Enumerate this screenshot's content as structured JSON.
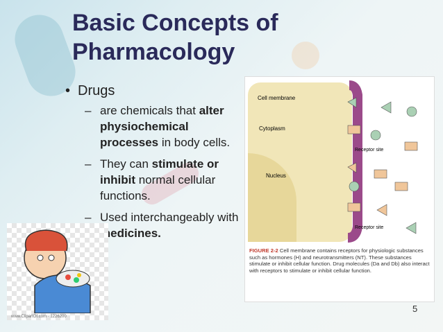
{
  "slide": {
    "title_line1": "Basic Concepts of",
    "title_line2": "Pharmacology",
    "bullet": "Drugs",
    "sub1_pre": " are chemicals that ",
    "sub1_bold": "alter physiochemical processes",
    "sub1_post": " in body cells.",
    "sub2_pre": "They can ",
    "sub2_bold": "stimulate or inhibit",
    "sub2_post": " normal cellular functions.",
    "sub3_pre": "Used interchangeably with ",
    "sub3_bold": "medicines.",
    "page_number": "5"
  },
  "figure": {
    "cell_membrane": "Cell membrane",
    "cytoplasm": "Cytoplasm",
    "nucleus": "Nucleus",
    "receptor_site": "Receptor site",
    "receptor_site2": "Receptor site",
    "caption_label": "FIGURE 2-2",
    "caption_text": "Cell membrane contains receptors for physiologic substances such as hormones (H) and neurotransmitters (NT). These substances stimulate or inhibit cellular function. Drug molecules (Da and Db) also interact with receptors to stimulate or inhibit cellular function."
  },
  "clipart": {
    "url": "www.ClipartOf.com · 1226200"
  }
}
